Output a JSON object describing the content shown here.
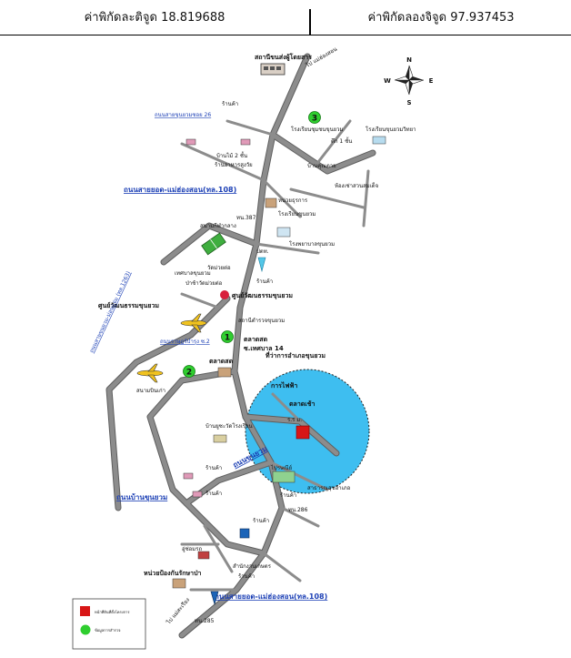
{
  "header": {
    "latitude": "ค่าพิกัดละติจูด 18.819688",
    "longitude": "ค่าพิกัดลองจิจูด 97.937453"
  },
  "compass": {
    "n": "N",
    "s": "S",
    "e": "E",
    "w": "W"
  },
  "roads": {
    "main_north": "ถนนสายยอด-แม่ฮ่องสอน(ทล.108)",
    "main_south": "ถนนสายยอด-แม่ฮ่องสอน(ทล.108)",
    "soi_26": "ถนนสายขุนยวมซอย 26",
    "khun_yuam": "ถนนขุนยวม",
    "ban_khun_yuam": "ถนนบ้านขุนยวม",
    "soi_2": "ถนนราษฎร์บำรุง ซ.2",
    "local_left": "ถนนสายขุนยวม-ม่อนแจ่ม (ทล.1263)",
    "to_mae_hong_son": "ไป แม่ฮ่องสอน",
    "to_mae_sariang": "ไป แม่สะเรียง"
  },
  "places": {
    "bus_station": "สถานีขนส่งผู้โดยสาร",
    "shop_top": "ร้านค้า",
    "house_2fl": "บ้านไม้ 2 ชั้น",
    "restaurant": "ร้านอาหารสูงวัย",
    "school_top": "โรงเรียนชุมชนขุนยวม",
    "bldg_1": "ตึก 1 ชั้น",
    "school_right": "โรงเรียนขุนยวมวิทยา",
    "ban_kham": "บ้านคุณตาย",
    "office": "ห้องเช่าสวนสมเด็จ",
    "police": "ทน.387",
    "bank": "หน่วยธุรการ",
    "school_mid": "โรงเรียนขุนยวม",
    "stadium": "สนามกีฬากลาง",
    "hospital": "โรงพยาบาลขุนยวม",
    "gas": "ปตท.",
    "temple": "วัดม่วยต่อ",
    "school_left": "เทศบาลขุนยวม",
    "temple2": "ป่าช้าวัดม่วยต่อ",
    "chinese_store": "ร้านค้า",
    "museum": "ศูนย์วัฒนธรรมขุนยวม",
    "airport": "สนามบินเก่า",
    "police_station": "สถานีตำรวจขุนยวม",
    "market": "ตลาดสด",
    "soi_14": "ซ.เทศบาล 14",
    "district_office": "ที่ว่าการอำเภอขุนยวม",
    "market2": "ตลาดสด",
    "transformer": "การไฟฟ้า",
    "market3": "ตลาดเช้า",
    "km": "ร.ร ม.",
    "ban_nong": "บ้านยูซะวัดโรงเรียน",
    "post": "ไปรษณีย์",
    "gov_hospital": "สาธารณสุขอำเภอ",
    "shop_mid": "ร้านค้า",
    "ptt2": "ทน.286",
    "shop_a": "ร้านค้า",
    "shop_b": "ร้านค้า",
    "shop_c": "ร้านค้า",
    "church": "อู่ซ่อมรถ",
    "fire": "สำนักงานเกษตร",
    "forestry": "หน่วยป้องกันรักษาป่า",
    "km285": "ทน.285",
    "shop_d": "ร้านค้า"
  },
  "points": {
    "p1": "1",
    "p2": "2",
    "p3": "3"
  },
  "legend": {
    "site": "หน้าที่ดินที่ตั้งโครงการ",
    "point": "ข้อมูลการสำรวจ"
  },
  "colors": {
    "road": "#8c8c8c",
    "road_edge": "#5e5e5e",
    "circle": "#3ebef0",
    "site": "#d81616",
    "point": "#2fce2f",
    "road_label": "#1b3fb5"
  }
}
